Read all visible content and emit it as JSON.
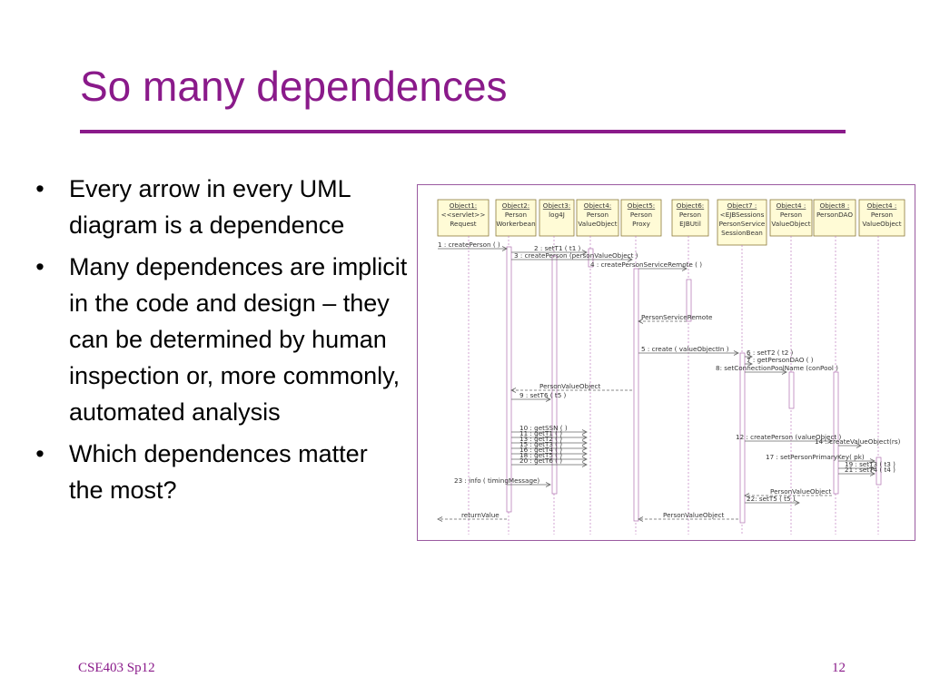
{
  "slide": {
    "title": "So many dependences",
    "bullets": [
      "Every arrow in every UML diagram is a dependence",
      "Many dependences are implicit in the code and design – they can be determined by human inspection or, more commonly, automated analysis",
      "Which dependences matter the most?"
    ],
    "bullet_symbol": "•",
    "footer_left": "CSE403 Sp12",
    "page_number": "12"
  },
  "colors": {
    "title": "#8a1a8a",
    "rule": "#8a1a8a",
    "footer": "#8a1a8a",
    "diagram_border": "#9a5aa0",
    "object_box_fill": "#fffbd6",
    "object_box_border": "#8c7a3a",
    "lifeline": "#c080c0",
    "activation_border": "#b070b0"
  },
  "diagram": {
    "objects": [
      {
        "l1": "Object1:",
        "l2": "<<servlet>>",
        "l3": "Request"
      },
      {
        "l1": "Object2:",
        "l2": "Person",
        "l3": "Workerbean"
      },
      {
        "l1": "Object3:",
        "l2": "log4J",
        "l3": ""
      },
      {
        "l1": "Object4:",
        "l2": "Person",
        "l3": "ValueObject"
      },
      {
        "l1": "Object5:",
        "l2": "Person",
        "l3": "Proxy"
      },
      {
        "l1": "Object6:",
        "l2": "Person",
        "l3": "EJBUtil"
      },
      {
        "l1": "Object7 :",
        "l2": "<EJBSessions",
        "l3": "PersonService",
        "l4": "SessionBean"
      },
      {
        "l1": "Object4 :",
        "l2": "Person",
        "l3": "ValueObject"
      },
      {
        "l1": "Object8 :",
        "l2": "PersonDAO",
        "l3": ""
      },
      {
        "l1": "Object4 :",
        "l2": "Person",
        "l3": "ValueObject"
      }
    ],
    "messages": [
      "1 : createPerson (  )",
      "2 : setT1 ( t1 )",
      "3 : createPerson (personValueObject )",
      "4 : createPersonServiceRemote (  )",
      "PersonServiceRemote",
      "5 : create ( valueObjectIn )",
      "6 : setT2 ( t2 )",
      "7 : getPersonDAO (  )",
      "8: setConnectionPoolName (conPool  )",
      "PersonValueObject",
      "9 : setT6 ( t5 )",
      "10 : getSSN (  )",
      "11 : getT1 (  )",
      "13 : getT2 (  )",
      "15 : getT3 (  )",
      "16 : getT4 (  )",
      "18 : getT5 (  )",
      "20 : getT6 (  )",
      "12 : createPerson (valueObject )",
      "14 : createValueObject(rs)",
      "17 : setPersonPrimaryKey( pk)",
      "19 : setT3 ( t3 )",
      "21 : setT4 ( t4 )",
      "PersonValueObject",
      "22: setT5 ( t5 )",
      "23 : info ( timingMessage)",
      "returnValue",
      "PersonValueObject"
    ]
  }
}
